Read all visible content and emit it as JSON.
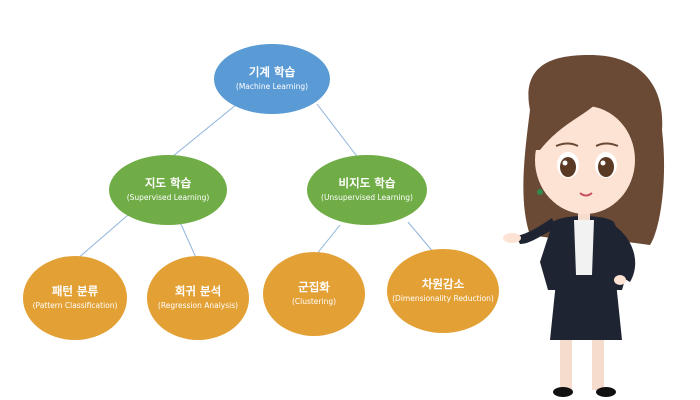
{
  "diagram": {
    "root": {
      "title": "기계 학습",
      "subtitle": "(Machine Learning)",
      "color": "#5b9bd5"
    },
    "level1": [
      {
        "title": "지도 학습",
        "subtitle": "(Supervised Learning)",
        "color": "#70ad47"
      },
      {
        "title": "비지도 학습",
        "subtitle": "(Unsupervised Learning)",
        "color": "#70ad47"
      }
    ],
    "level2": [
      {
        "title": "패턴 분류",
        "subtitle": "(Pattern Classification)",
        "color": "#e3a035"
      },
      {
        "title": "회귀 분석",
        "subtitle": "(Regression Analysis)",
        "color": "#e3a035"
      },
      {
        "title": "군집화",
        "subtitle": "(Clustering)",
        "color": "#e3a035"
      },
      {
        "title": "차원감소",
        "subtitle": "(Dimensionality Reduction)",
        "color": "#e3a035"
      }
    ],
    "edge_color": "#8fb4dc"
  },
  "character": {
    "name": "cartoon-businesswoman-illustration",
    "hair_color": "#6b4a35",
    "suit_color": "#1f2433",
    "shirt_color": "#f2f2f2",
    "skin_color": "#fde3d3"
  }
}
